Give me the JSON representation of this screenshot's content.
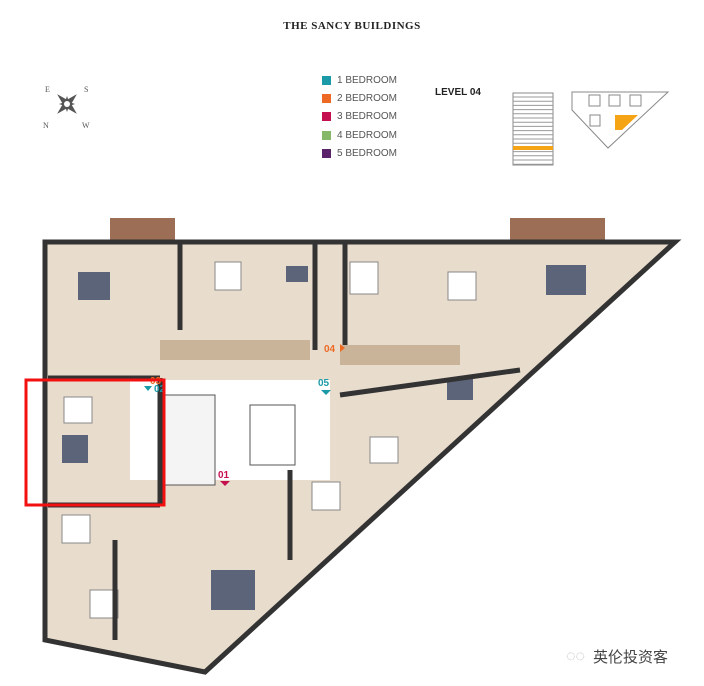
{
  "title": "THE SANCY BUILDINGS",
  "level": "LEVEL 04",
  "legend": [
    {
      "label": "1 BEDROOM",
      "color": "#1a9aa6"
    },
    {
      "label": "2 BEDROOM",
      "color": "#ee6a24"
    },
    {
      "label": "3 BEDROOM",
      "color": "#c4104f"
    },
    {
      "label": "4 BEDROOM",
      "color": "#86b86a"
    },
    {
      "label": "5 BEDROOM",
      "color": "#5a2269"
    }
  ],
  "compass": {
    "n": "N",
    "e": "E",
    "s": "S",
    "w": "W"
  },
  "units": [
    {
      "label": "01",
      "color": "#c4104f"
    },
    {
      "label": "02",
      "color": "#1a9aa6"
    },
    {
      "label": "03",
      "color": "#ee6a24"
    },
    {
      "label": "04",
      "color": "#ee6a24"
    },
    {
      "label": "05",
      "color": "#1a9aa6"
    }
  ],
  "highlight_color": "#f5a416",
  "watermark": "英伦投资客"
}
